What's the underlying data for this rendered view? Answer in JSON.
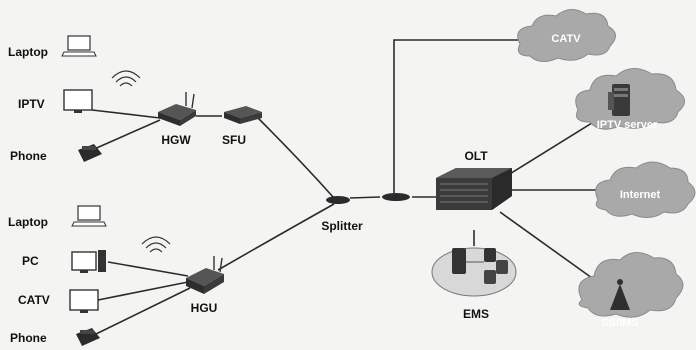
{
  "diagram": {
    "devices": {
      "top_laptop": "Laptop",
      "top_iptv": "IPTV",
      "top_phone": "Phone",
      "hgw": "HGW",
      "sfu": "SFU",
      "splitter": "Splitter",
      "olt": "OLT",
      "ems": "EMS",
      "bottom_laptop": "Laptop",
      "pc": "PC",
      "bottom_catv": "CATV",
      "bottom_phone": "Phone",
      "hgu": "HGU"
    },
    "clouds": {
      "catv": "CATV",
      "iptv_server": "IPTV server",
      "internet": "Internet",
      "ssims": "SS/IMS"
    }
  }
}
